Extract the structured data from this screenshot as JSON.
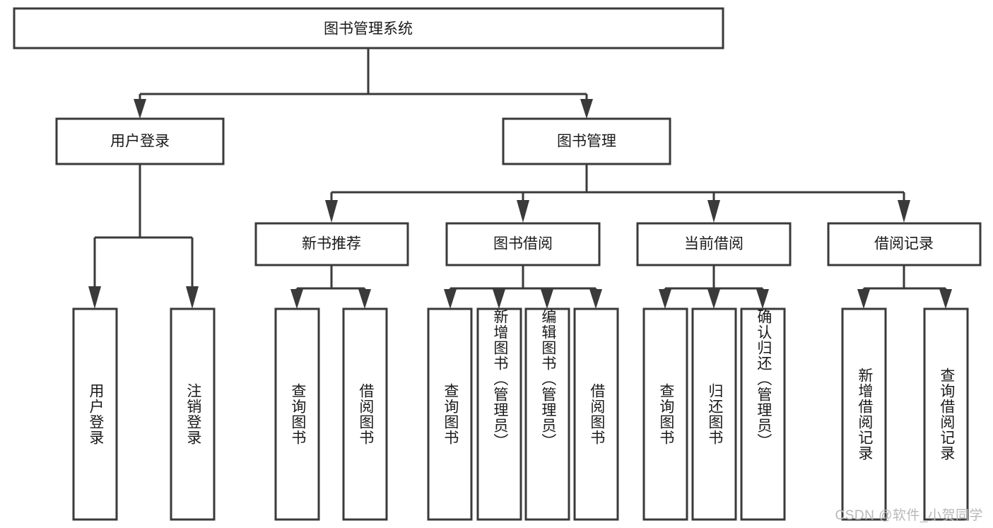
{
  "diagram": {
    "title": "图书管理系统",
    "type": "tree",
    "root": {
      "label": "图书管理系统",
      "children": [
        {
          "label": "用户登录",
          "children": [
            {
              "label": "用户登录"
            },
            {
              "label": "注销登录"
            }
          ]
        },
        {
          "label": "图书管理",
          "children": [
            {
              "label": "新书推荐",
              "children": [
                {
                  "label": "查询图书"
                },
                {
                  "label": "借阅图书"
                }
              ]
            },
            {
              "label": "图书借阅",
              "children": [
                {
                  "label": "查询图书"
                },
                {
                  "label": "新增图书（管理员）"
                },
                {
                  "label": "编辑图书（管理员）"
                },
                {
                  "label": "借阅图书"
                }
              ]
            },
            {
              "label": "当前借阅",
              "children": [
                {
                  "label": "查询图书"
                },
                {
                  "label": "归还图书"
                },
                {
                  "label": "确认归还（管理员）"
                }
              ]
            },
            {
              "label": "借阅记录",
              "children": [
                {
                  "label": "新增借阅记录"
                },
                {
                  "label": "查询借阅记录"
                }
              ]
            }
          ]
        }
      ]
    },
    "nodes": {
      "root": "图书管理系统",
      "user_login": "用户登录",
      "book_manage": "图书管理",
      "new_book_rec": "新书推荐",
      "book_borrow": "图书借阅",
      "current_borrow": "当前借阅",
      "borrow_record": "借阅记录",
      "leaf_user_login": "用户登录",
      "leaf_logout": "注销登录",
      "leaf_rec_query": "查询图书",
      "leaf_rec_borrow": "借阅图书",
      "leaf_bb_query": "查询图书",
      "leaf_bb_add": "新增图书（管理员）",
      "leaf_bb_edit": "编辑图书（管理员）",
      "leaf_bb_borrow": "借阅图书",
      "leaf_cb_query": "查询图书",
      "leaf_cb_return": "归还图书",
      "leaf_cb_confirm": "确认归还（管理员）",
      "leaf_br_add": "新增借阅记录",
      "leaf_br_query": "查询借阅记录"
    }
  },
  "watermark": {
    "text": "CSDN @软件_小贺同学"
  },
  "colors": {
    "stroke": "#3a3a3a",
    "fill": "#ffffff",
    "text": "#1a1a1a",
    "watermark": "#b8b8b8"
  }
}
